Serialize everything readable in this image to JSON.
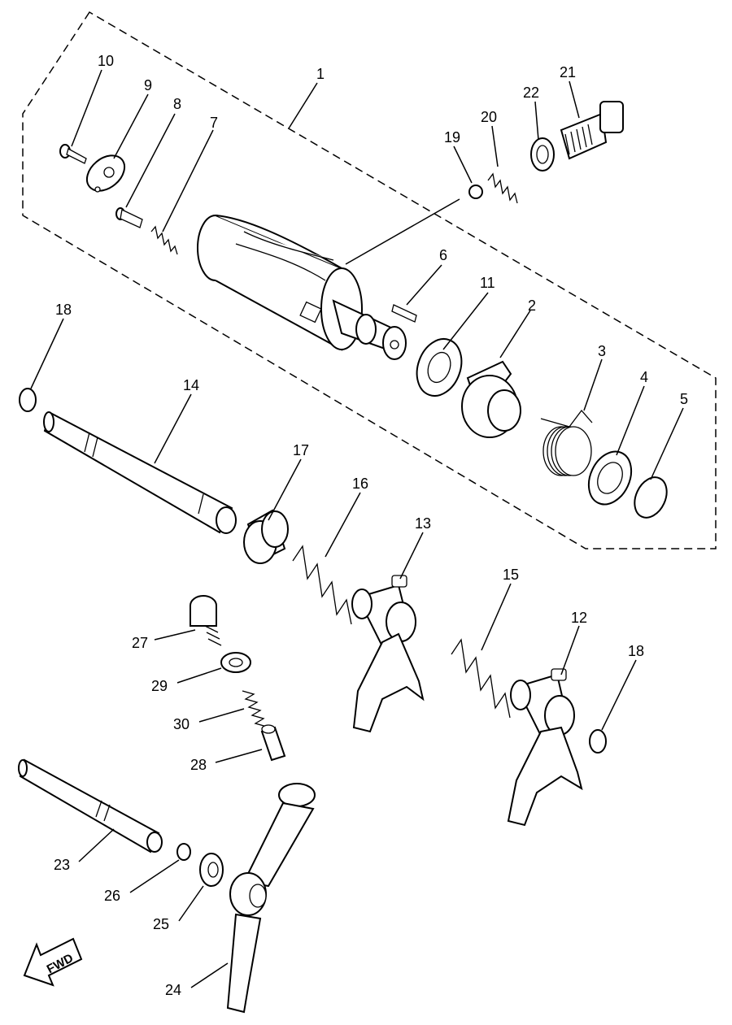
{
  "diagram": {
    "callouts": [
      "1",
      "2",
      "3",
      "4",
      "5",
      "6",
      "7",
      "8",
      "9",
      "10",
      "11",
      "12",
      "13",
      "14",
      "15",
      "16",
      "17",
      "18",
      "18",
      "19",
      "20",
      "21",
      "22",
      "23",
      "24",
      "25",
      "26",
      "27",
      "28",
      "29",
      "30"
    ],
    "fwd_label": "FWD"
  }
}
